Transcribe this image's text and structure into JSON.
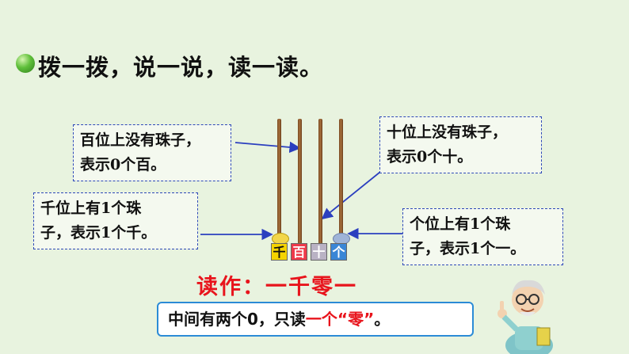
{
  "title": "拨一拨，说一说，读一读。",
  "labels": {
    "hundreds_line1": "百位上没有珠子，",
    "hundreds_line2": "表示0个百。",
    "tens_line1": "十位上没有珠子，",
    "tens_line2": "表示0个十。",
    "thousands_line1": "千位上有1个珠",
    "thousands_line2": "子，表示1个千。",
    "ones_line1": "个位上有1个珠",
    "ones_line2": "子，表示1个一。"
  },
  "abacus": {
    "places": [
      "千",
      "百",
      "十",
      "个"
    ],
    "place_colors": [
      "#f5d400",
      "#ee3a4a",
      "#b9b2c4",
      "#3a86d6"
    ],
    "bead_counts": [
      1,
      0,
      0,
      1
    ],
    "bead_colors": [
      "#f2d64a",
      "#9fb4d8"
    ]
  },
  "reading": "读作：一千零一",
  "note": {
    "prefix": "中间有两个0，只读",
    "highlight": "一个“零”",
    "suffix": "。"
  },
  "colors": {
    "accent_red": "#e8141c",
    "border_blue": "#2d48b8",
    "background": "#e8f3df"
  }
}
